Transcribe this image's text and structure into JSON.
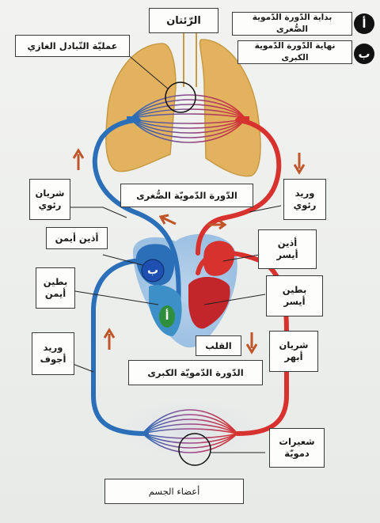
{
  "labels": {
    "lungs": "الرّئتان",
    "gas_exchange": "عمليّة التّبادل الغازي",
    "pulmonary_artery": "شريان\nرئوي",
    "pulmonary_vein": "وريد\nرئوي",
    "pulmonary_circulation": "الدّورة الدّمويّة الصُّغرى",
    "right_atrium": "أذين أيمن",
    "left_atrium": "أذين\nأيسر",
    "right_ventricle": "بطين\nأيمن",
    "left_ventricle": "بطين\nأيسر",
    "vena_cava": "وريد\nأجوف",
    "aorta": "شريان\nأبهر",
    "heart": "القلب",
    "systemic_circulation": "الدّورة الدّمويّة الكبرى",
    "capillaries": "شعيرات\nدمويّة",
    "body_organs": "أعضاء الجسم"
  },
  "legend": {
    "items": [
      {
        "badge": "أ",
        "text": "بداية الدّورة الدّموية الصُّغرى"
      },
      {
        "badge": "ب",
        "text": "نهاية الدّورة الدّموية الكبرى"
      }
    ]
  },
  "chambers": {
    "a": "أ",
    "b": "ب"
  },
  "colors": {
    "oxygenated": "#d8322f",
    "deoxygenated": "#2a6fb8",
    "lung": "#e3b25f",
    "arrow": "#c0552a"
  }
}
